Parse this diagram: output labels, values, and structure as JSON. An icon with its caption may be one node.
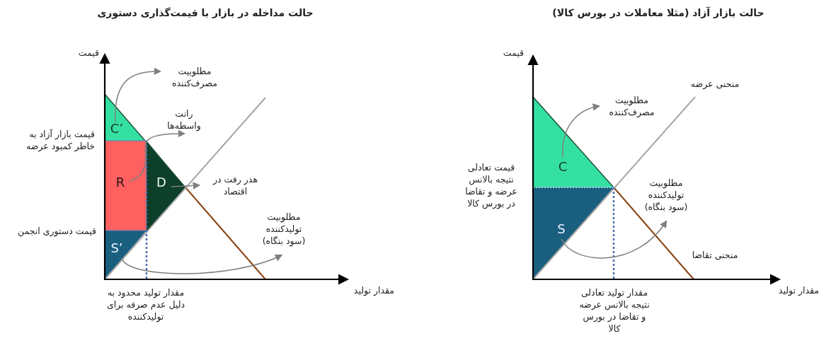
{
  "diagram": {
    "nodes": [
      {
        "text": [
          "C’"
        ]
      },
      {
        "text": [
          "مطلوبیت مصرف‌کننده"
        ]
      },
      {
        "text": [
          "R"
        ]
      },
      {
        "text": [
          "رانت واسطه‌ها"
        ]
      },
      {
        "text": [
          "D"
        ]
      },
      {
        "text": [
          "هدر رفت در اقتصاد"
        ]
      },
      {
        "text": [
          "S’"
        ]
      },
      {
        "text": [
          "مطلوبیت تولیدکننده (سود بنگاه)"
        ]
      },
      {
        "text": [
          "C"
        ]
      },
      {
        "text": [
          "مطلوبیت مصرف‌کننده"
        ]
      },
      {
        "text": [
          "S"
        ]
      },
      {
        "text": [
          "مطلوبیت تولیدکننده (سود بنگاه)"
        ]
      }
    ],
    "edges": [
      {
        "from": 0,
        "to": 1,
        "arrow": "to"
      },
      {
        "from": 2,
        "to": 3,
        "arrow": "to"
      },
      {
        "from": 4,
        "to": 5,
        "arrow": "to"
      },
      {
        "from": 6,
        "to": 7,
        "arrow": "to"
      },
      {
        "from": 8,
        "to": 9,
        "arrow": "to"
      },
      {
        "from": 10,
        "to": 11,
        "arrow": "to"
      }
    ],
    "labels": [
      "حالت مداخله در بازار با قیمت‌گذاری دستوری",
      "حالت بازار آزاد (مثلا معاملات در بورس کالا)",
      "قیمت",
      "قیمت بازار آزاد به خاطر کمبود عرضه",
      "قیمت دستوری انجمن",
      "مقدار تولید",
      "مقدار تولید محدود به دلیل عدم صرفه برای تولیدکننده",
      "قیمت",
      "منحنی عرضه",
      "قیمت تعادلی نتیجه بالانس عرضه و تقاضا در بورس کالا",
      "منحنی تقاضا",
      "مقدار تولید",
      "مقدار تولید تعادلی نتیجه بالانس عرضه و تقاضا در بورس کالا"
    ]
  }
}
